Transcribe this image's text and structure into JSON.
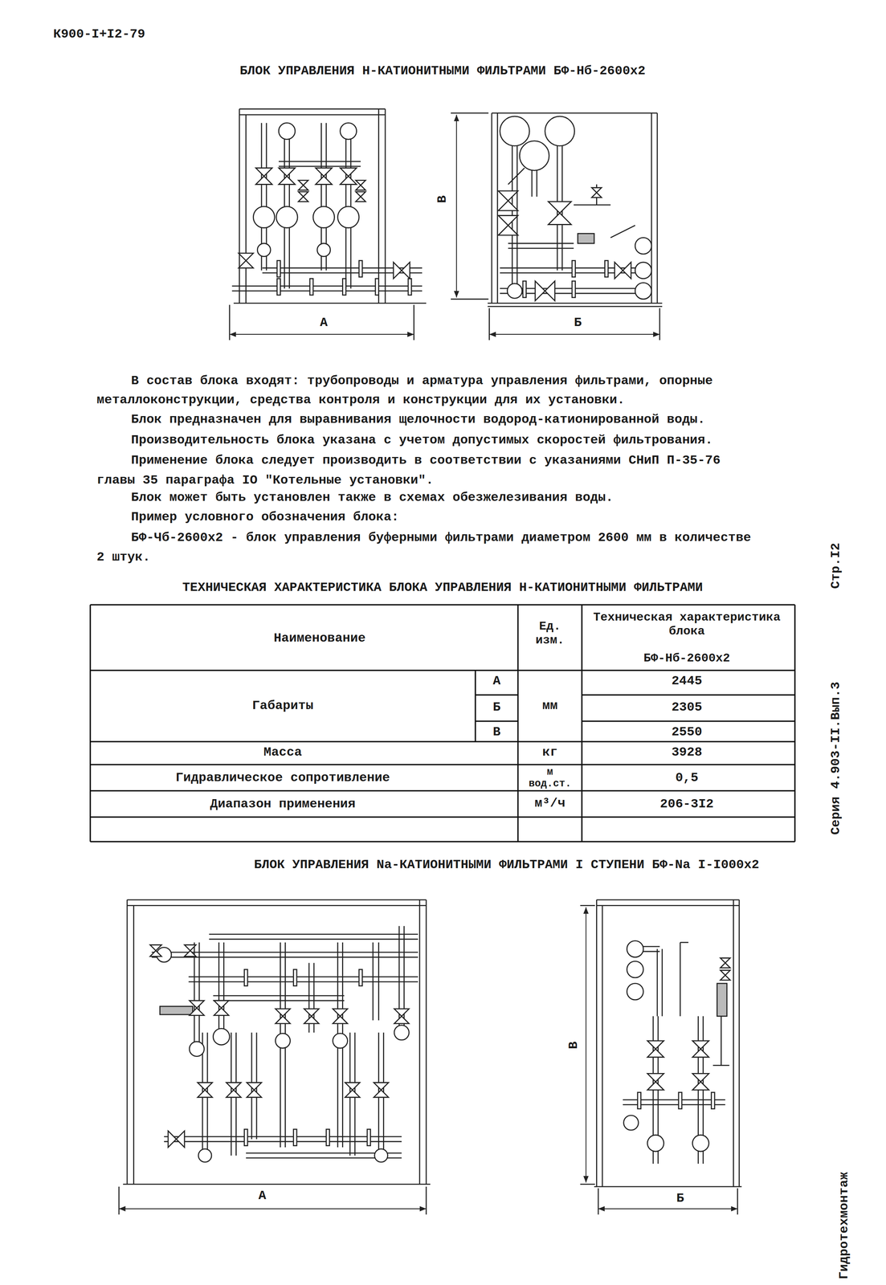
{
  "diagram": {
    "title": "БЛОК УПРАВЛЕНИЯ Н-КАТИОНИТНЫМИ ФИЛЬТРАМИ БФ-Нб-2600х2",
    "labels": [
      "К900-I+I2-79",
      "В состав блока входят: трубопроводы и арматура управления фильтрами, опорные",
      "металлоконструкции, средства контроля и конструкции для их установки.",
      "Блок предназначен для выравнивания щелочности водород-катионированной воды.",
      "Производительность блока указана с учетом допустимых скоростей фильтрования.",
      "Применение блока следует производить в соответствии с указаниями СНиП П-35-76",
      "главы 35 параграфа IO \"Котельные установки\".",
      "Блок может быть установлен также в схемах обезжелезивания воды.",
      "Пример условного обозначения блока:",
      "БФ-Чб-2600х2 - блок управления буферными фильтрами диаметром 2600 мм в количестве",
      "2 штук.",
      "ТЕХНИЧЕСКАЯ ХАРАКТЕРИСТИКА БЛОКА УПРАВЛЕНИЯ Н-КАТИОНИТНЫМИ ФИЛЬТРАМИ",
      "Наименование",
      "Ед. изм.",
      "Техническая характеристика блока",
      "БФ-Нб-2600х2",
      "Габариты",
      "А",
      "Б",
      "В",
      "мм",
      "2445",
      "2305",
      "2550",
      "Масса",
      "кг",
      "3928",
      "Гидравлическое сопротивление",
      "м вод.ст.",
      "0,5",
      "Диапазон применения",
      "м³/ч",
      "206-3I2",
      "БЛОК УПРАВЛЕНИЯ Nа-КАТИОНИТНЫМИ ФИЛЬТРАМИ I СТУПЕНИ  БФ-Nа I-I000х2",
      "Стр.I2",
      "Серия 4.903-II.Вып.3",
      "Гидротехмонтаж",
      "В",
      "А",
      "Б",
      "В",
      "А",
      "Б"
    ]
  }
}
